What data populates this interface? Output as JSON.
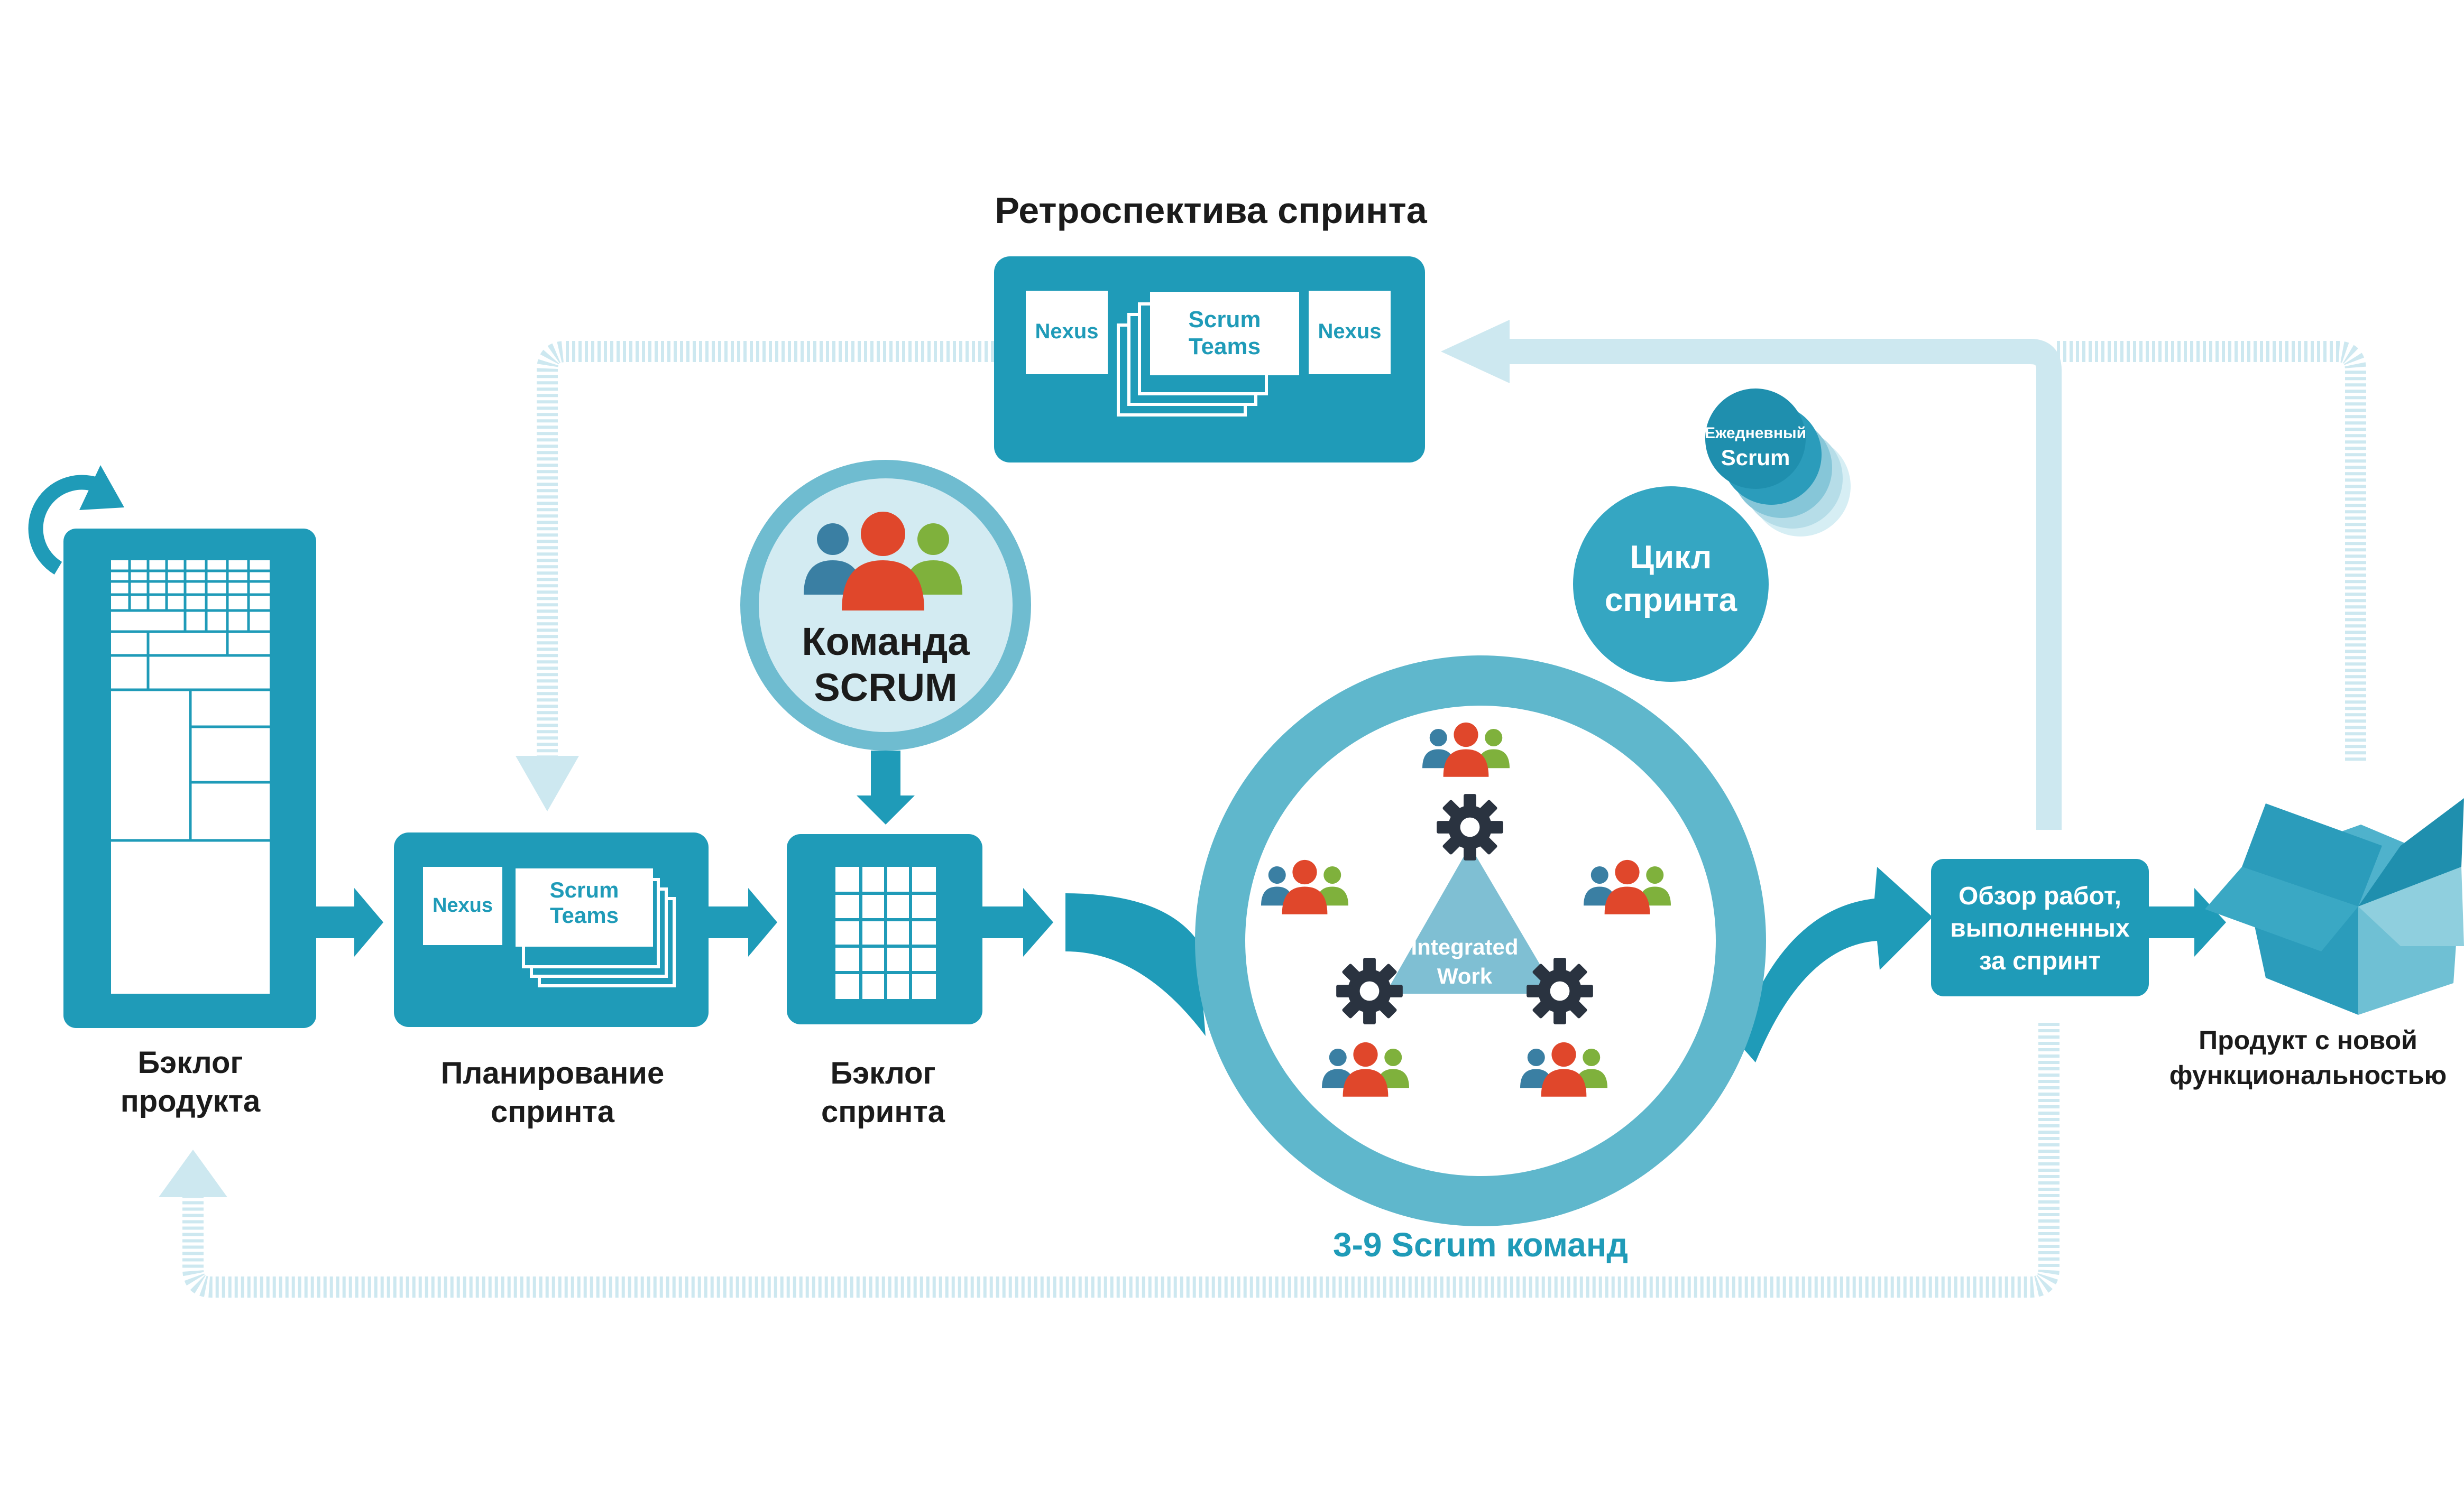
{
  "retrospective": {
    "title": "Ретроспектива спринта",
    "nexus_left": "Nexus",
    "scrum_teams_line1": "Scrum",
    "scrum_teams_line2": "Teams",
    "nexus_right": "Nexus"
  },
  "product_backlog": {
    "label_line1": "Бэклог",
    "label_line2": "продукта"
  },
  "sprint_planning": {
    "nexus": "Nexus",
    "scrum_teams_line1": "Scrum",
    "scrum_teams_line2": "Teams",
    "label_line1": "Планирование",
    "label_line2": "спринта"
  },
  "scrum_team": {
    "label_line1": "Команда",
    "label_line2": "SCRUM"
  },
  "sprint_backlog": {
    "label_line1": "Бэклог",
    "label_line2": "спринта"
  },
  "daily_scrum": {
    "line1": "Ежедневный",
    "line2": "Scrum"
  },
  "sprint_cycle": {
    "line1": "Цикл",
    "line2": "спринта"
  },
  "integrated_work": {
    "line1": "Integrated",
    "line2": "Work"
  },
  "teams_caption": "3-9 Scrum команд",
  "sprint_review": {
    "line1": "Обзор работ,",
    "line2": "выполненных",
    "line3": "за спринт"
  },
  "product_increment": {
    "line1": "Продукт с новой",
    "line2": "функциональностью"
  },
  "colors": {
    "primary": "#1f9bb8",
    "light": "#cde8f0",
    "ring": "#5fb7cc",
    "person_blue": "#3a7fa3",
    "person_red": "#e0472b",
    "person_green": "#7fb13c",
    "gear": "#2a3340"
  }
}
